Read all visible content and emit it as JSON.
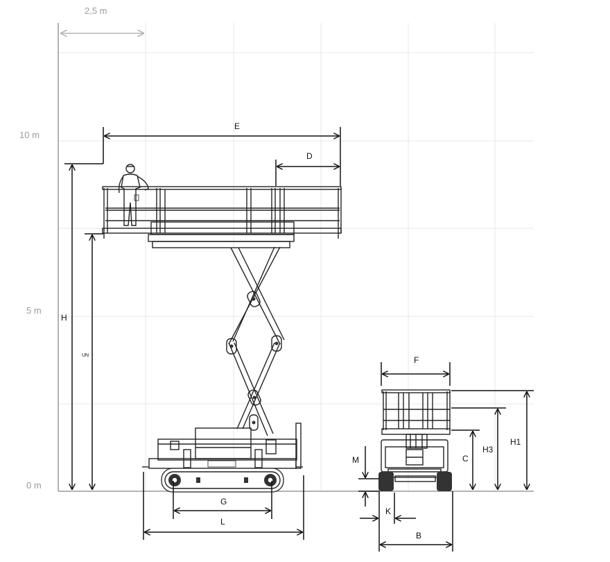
{
  "scale": {
    "label": "2,5 m"
  },
  "axis": {
    "labels": [
      "10 m",
      "5 m",
      "0 m"
    ]
  },
  "dimensions": {
    "E": "E",
    "D": "D",
    "H": "H",
    "UN": "UN",
    "G": "G",
    "L": "L",
    "F": "F",
    "C": "C",
    "H3": "H3",
    "H1": "H1",
    "M": "M",
    "K": "K",
    "B": "B"
  },
  "colors": {
    "grid": "#e7e7e7",
    "axis": "#9a9a9a",
    "line": "#111111"
  }
}
